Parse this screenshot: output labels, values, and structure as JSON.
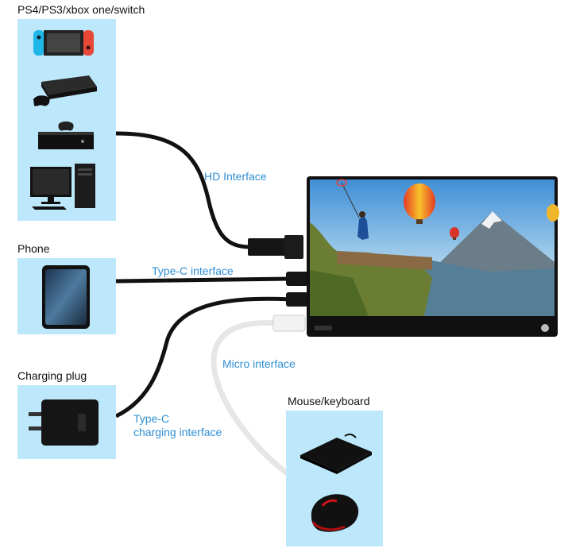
{
  "groups": {
    "consoles": {
      "title": "PS4/PS3/xbox one/switch",
      "icons": [
        "switch-console-icon",
        "ps3-console-icon",
        "xbox-one-console-icon",
        "desktop-computer-icon"
      ]
    },
    "phone": {
      "title": "Phone",
      "icons": [
        "smartphone-icon"
      ]
    },
    "charging": {
      "title": "Charging plug",
      "icons": [
        "usb-charger-icon"
      ]
    },
    "peripherals": {
      "title": "Mouse/keyboard",
      "icons": [
        "keyboard-icon",
        "mouse-icon"
      ]
    }
  },
  "interfaces": {
    "hd": "HD Interface",
    "typec": "Type-C interface",
    "micro": "Micro interface",
    "typec_charging_line1": "Type-C",
    "typec_charging_line2": "charging interface"
  },
  "device": {
    "name": "portable-monitor",
    "screen_image": "landscape-with-hot-air-balloons"
  },
  "colors": {
    "panel": "#bde8fb",
    "label_blue": "#2f8fd4",
    "cable_dark": "#111111",
    "cable_light": "#e6e6e6"
  }
}
